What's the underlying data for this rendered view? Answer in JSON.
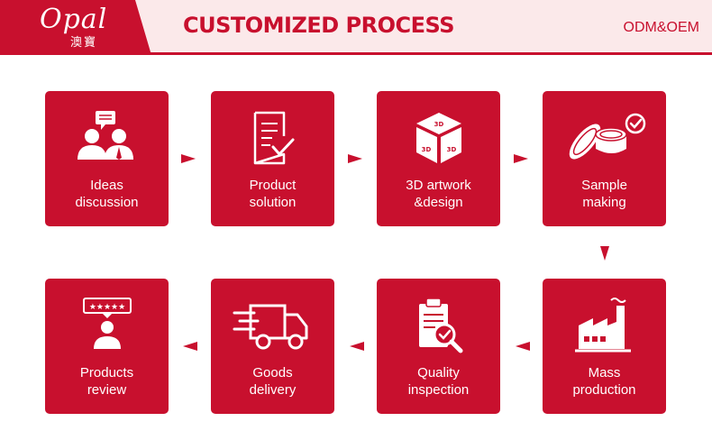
{
  "header": {
    "logo": {
      "text": "Opal",
      "chinese": "澳寶"
    },
    "title": "CUSTOMIZED PROCESS",
    "subtitle": "ODM&OEM"
  },
  "colors": {
    "accent": "#c8102e",
    "header_bg": "#fbe9ea",
    "text_on_accent": "#ffffff"
  },
  "steps": [
    {
      "line1": "Ideas",
      "line2": "discussion",
      "icon": "people-discussion-icon"
    },
    {
      "line1": "Product",
      "line2": "solution",
      "icon": "checklist-icon"
    },
    {
      "line1": "3D artwork",
      "line2": "&design",
      "icon": "3d-cube-icon"
    },
    {
      "line1": "Sample",
      "line2": "making",
      "icon": "jar-check-icon"
    },
    {
      "line1": "Mass",
      "line2": "production",
      "icon": "factory-icon"
    },
    {
      "line1": "Quality",
      "line2": "inspection",
      "icon": "clipboard-magnifier-icon"
    },
    {
      "line1": "Goods",
      "line2": "delivery",
      "icon": "delivery-truck-icon"
    },
    {
      "line1": "Products",
      "line2": "review",
      "icon": "rating-review-icon"
    }
  ]
}
